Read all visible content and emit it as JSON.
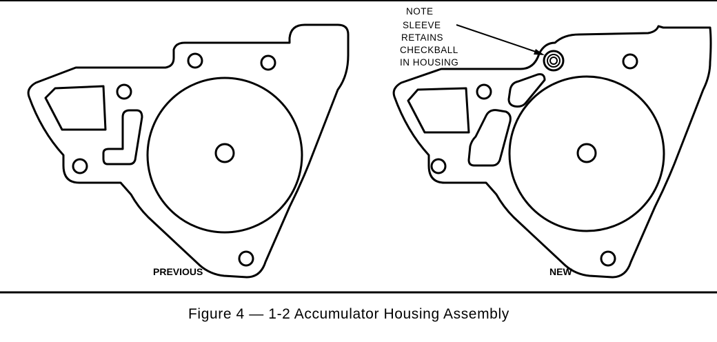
{
  "figure": {
    "caption": "Figure 4 — 1-2 Accumulator Housing Assembly",
    "left_part": {
      "label": "PREVIOUS"
    },
    "right_part": {
      "label": "NEW",
      "note_lines": [
        "NOTE",
        "SLEEVE",
        "RETAINS",
        "CHECKBALL",
        "IN HOUSING"
      ]
    }
  }
}
